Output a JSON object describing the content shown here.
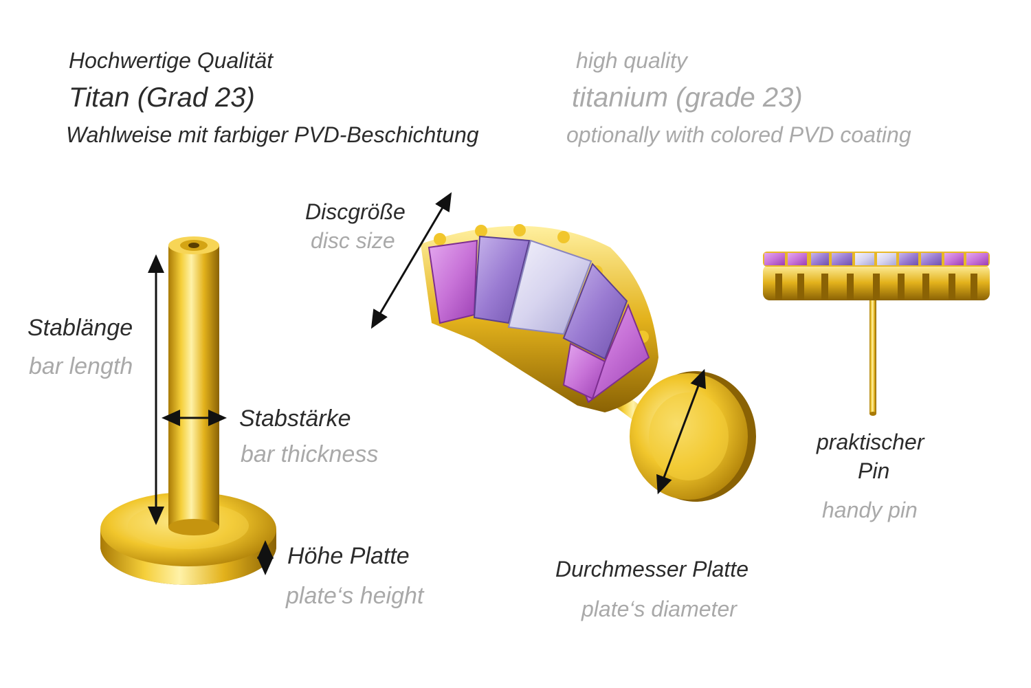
{
  "header": {
    "de_line1": "Hochwertige Qualität",
    "de_line2": "Titan (Grad 23)",
    "de_line3": "Wahlweise mit farbiger PVD-Beschichtung",
    "en_line1": "high quality",
    "en_line2": "titanium (grade 23)",
    "en_line3": "optionally with colored PVD coating"
  },
  "labels": {
    "bar_length_de": "Stablänge",
    "bar_length_en": "bar length",
    "bar_thickness_de": "Stabstärke",
    "bar_thickness_en": "bar thickness",
    "plate_height_de": "Höhe Platte",
    "plate_height_en": "plate‘s height",
    "disc_size_de": "Discgröße",
    "disc_size_en": "disc size",
    "plate_diameter_de": "Durchmesser Platte",
    "plate_diameter_en": "plate‘s diameter",
    "pin_de_line1": "praktischer",
    "pin_de_line2": "Pin",
    "pin_en": "handy pin"
  },
  "colors": {
    "gold": "#e3b21c",
    "gold_dark": "#a97a05",
    "gold_light": "#fff2a8",
    "stone_pink": "#c873d8",
    "stone_lilac": "#9a7bd2",
    "stone_pale": "#d7d4ef",
    "arrow": "#111111",
    "text_de": "#2b2b2b",
    "text_en": "#a9a9a9"
  }
}
